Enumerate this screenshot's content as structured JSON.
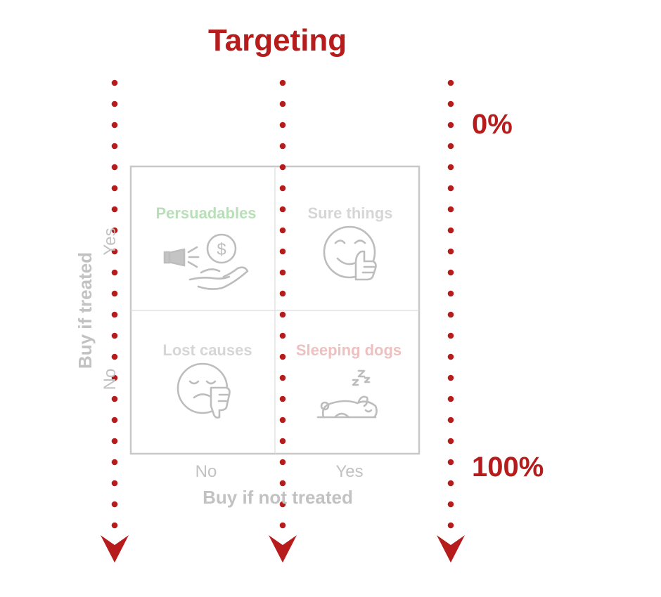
{
  "title": "Targeting",
  "scale": {
    "start_label": "0%",
    "end_label": "100%"
  },
  "matrix": {
    "x_axis_label": "Buy if not treated",
    "y_axis_label": "Buy if treated",
    "x_ticks": [
      "No",
      "Yes"
    ],
    "y_ticks": [
      "Yes",
      "No"
    ],
    "quadrants": [
      {
        "label": "Persuadables",
        "icon": "megaphone-coin-hand-icon",
        "color": "#b9dfb9"
      },
      {
        "label": "Sure things",
        "icon": "smiley-thumbs-up-icon",
        "color": "#d6d6d6"
      },
      {
        "label": "Lost causes",
        "icon": "sad-thumbs-down-icon",
        "color": "#d6d6d6"
      },
      {
        "label": "Sleeping dogs",
        "icon": "sleeping-dog-icon",
        "color": "#eec0c0"
      }
    ]
  },
  "colors": {
    "accent": "#b71c1c",
    "grid": "#c8c8c8",
    "icon": "#bdbdbd"
  }
}
